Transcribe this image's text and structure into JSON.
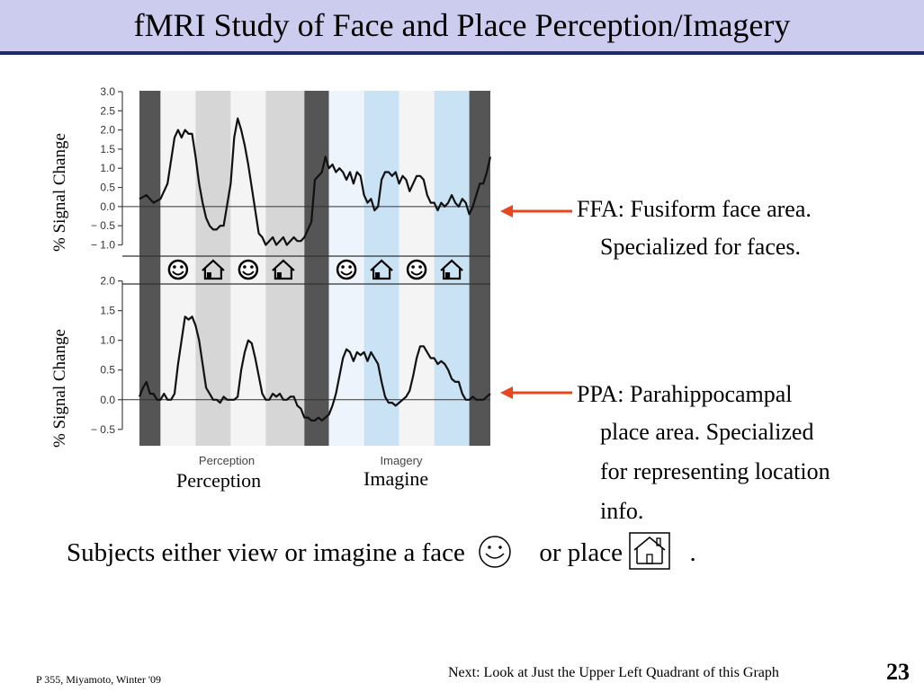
{
  "slide": {
    "title": "fMRI Study of Face and Place Perception/Imagery",
    "ffa_lines": [
      "FFA:  Fusiform face area.",
      "Specialized for faces."
    ],
    "ppa_lines": [
      "PPA:  Parahippocampal",
      "place area.  Specialized",
      "for representing location",
      "info."
    ],
    "subjects_text_1": "Subjects either view or imagine a face",
    "subjects_text_2": "or place",
    "subjects_end": ".",
    "footer_left": "P 355, Miyamoto, Winter '09",
    "footer_next": "Next:  Look at Just the Upper Left Quadrant of this Graph",
    "page_number": "23",
    "label_perception": "Perception",
    "label_imagine": "Imagine",
    "accent_arrow_color": "#e8461e"
  },
  "chart_data": [
    {
      "type": "line",
      "ylabel": "% Signal Change",
      "ylim": [
        -1.2,
        3.0
      ],
      "yticks": [
        3.0,
        2.5,
        2.0,
        1.5,
        1.0,
        0.5,
        0.0,
        -0.5,
        -1.0
      ],
      "ytick_labels": [
        "3.0",
        "2.5",
        "2.0",
        "1.5",
        "1.0",
        "0.5",
        "0.0",
        "− 0.5",
        "− 1.0"
      ],
      "xlim": [
        0,
        100
      ],
      "series": [
        {
          "x": [
            0,
            2,
            4,
            6,
            8,
            10,
            11,
            12,
            13,
            14,
            15,
            16,
            17,
            18,
            19,
            20,
            21,
            22,
            23,
            24,
            26,
            27,
            28,
            29,
            30,
            31,
            32,
            33,
            34,
            35,
            36,
            37,
            38,
            39,
            40,
            41,
            42,
            43,
            44,
            45,
            46,
            47,
            48,
            49,
            50,
            52,
            53,
            54,
            55,
            56,
            57,
            58,
            59,
            60,
            61,
            62,
            63,
            64,
            65,
            66,
            67,
            68,
            69,
            70,
            71,
            72,
            73,
            74,
            75,
            76,
            77,
            78,
            79,
            80,
            81,
            82,
            83,
            84,
            85,
            86,
            87,
            88,
            89,
            90,
            91,
            92,
            93,
            94,
            95,
            96,
            97,
            98,
            99,
            100
          ],
          "y": [
            0.2,
            0.3,
            0.1,
            0.2,
            0.6,
            1.8,
            2.0,
            1.8,
            2.0,
            1.9,
            1.9,
            1.3,
            0.6,
            0.1,
            -0.3,
            -0.5,
            -0.6,
            -0.6,
            -0.5,
            -0.5,
            0.6,
            1.8,
            2.3,
            2.0,
            1.6,
            1.1,
            0.5,
            -0.1,
            -0.7,
            -0.8,
            -1.0,
            -0.9,
            -0.8,
            -1.0,
            -0.9,
            -0.8,
            -1.0,
            -0.9,
            -0.8,
            -0.9,
            -0.9,
            -0.8,
            -0.6,
            -0.4,
            0.7,
            0.9,
            1.3,
            1.0,
            1.1,
            0.9,
            1.0,
            0.9,
            0.7,
            0.9,
            0.6,
            0.9,
            0.8,
            0.3,
            0.1,
            0.2,
            -0.1,
            0.0,
            0.7,
            0.9,
            0.9,
            0.8,
            0.9,
            0.6,
            0.8,
            0.7,
            0.4,
            0.6,
            0.8,
            0.8,
            0.7,
            0.3,
            0.1,
            0.1,
            -0.1,
            0.1,
            0.0,
            0.1,
            0.3,
            0.1,
            0.0,
            0.2,
            0.1,
            -0.2,
            0.0,
            0.3,
            0.6,
            0.6,
            0.9,
            1.3
          ]
        }
      ]
    },
    {
      "type": "line",
      "ylabel": "% Signal Change",
      "ylim": [
        -0.7,
        2.1
      ],
      "yticks": [
        2.0,
        1.5,
        1.0,
        0.5,
        0.0,
        -0.5
      ],
      "ytick_labels": [
        "2.0",
        "1.5",
        "1.0",
        "0.5",
        "0.0",
        "− 0.5"
      ],
      "xlim": [
        0,
        100
      ],
      "series": [
        {
          "x": [
            0,
            1,
            2,
            3,
            4,
            5,
            6,
            7,
            8,
            9,
            10,
            11,
            12,
            13,
            14,
            15,
            16,
            17,
            18,
            19,
            20,
            21,
            22,
            23,
            24,
            25,
            26,
            27,
            28,
            29,
            30,
            31,
            32,
            33,
            34,
            35,
            36,
            37,
            38,
            39,
            40,
            41,
            42,
            43,
            44,
            45,
            46,
            47,
            48,
            49,
            50,
            51,
            52,
            53,
            54,
            55,
            56,
            57,
            58,
            59,
            60,
            61,
            62,
            63,
            64,
            65,
            66,
            67,
            68,
            69,
            70,
            71,
            72,
            73,
            74,
            75,
            76,
            77,
            78,
            79,
            80,
            81,
            82,
            83,
            84,
            85,
            86,
            87,
            88,
            89,
            90,
            91,
            92,
            93,
            94,
            95,
            96,
            97,
            98,
            99,
            100
          ],
          "y": [
            0.05,
            0.2,
            0.3,
            0.1,
            0.1,
            0.0,
            0.0,
            0.1,
            0.0,
            0.0,
            0.1,
            0.6,
            1.0,
            1.4,
            1.35,
            1.4,
            1.25,
            1.0,
            0.6,
            0.2,
            0.1,
            0.0,
            0.0,
            -0.05,
            0.05,
            0.0,
            0.0,
            0.0,
            0.05,
            0.5,
            0.8,
            1.0,
            0.95,
            0.7,
            0.4,
            0.1,
            0.0,
            0.0,
            0.1,
            0.05,
            0.1,
            0.0,
            0.0,
            0.05,
            0.05,
            -0.1,
            -0.15,
            -0.3,
            -0.3,
            -0.35,
            -0.35,
            -0.3,
            -0.35,
            -0.3,
            -0.25,
            -0.1,
            0.1,
            0.4,
            0.7,
            0.85,
            0.8,
            0.65,
            0.8,
            0.75,
            0.8,
            0.65,
            0.8,
            0.7,
            0.6,
            0.3,
            0.05,
            -0.05,
            -0.05,
            -0.1,
            -0.05,
            0.0,
            0.05,
            0.15,
            0.4,
            0.7,
            0.9,
            0.9,
            0.8,
            0.7,
            0.7,
            0.6,
            0.65,
            0.6,
            0.5,
            0.35,
            0.3,
            0.3,
            0.1,
            0.0,
            0.0,
            0.05,
            0.0,
            0.0,
            0.0,
            0.05,
            0.1
          ]
        }
      ]
    }
  ],
  "condition_bands": {
    "x_start": [
      0,
      6,
      16,
      26,
      36,
      47,
      54,
      64,
      74,
      84,
      94
    ],
    "x_end": [
      6,
      16,
      26,
      36,
      47,
      54,
      64,
      74,
      84,
      94,
      100
    ],
    "fills": [
      "#555555",
      "#f4f4f4",
      "#d6d6d6",
      "#f4f4f4",
      "#d6d6d6",
      "#555555",
      "#eef4fb",
      "#c9e2f4",
      "#f4f4f4",
      "#c9e2f4",
      "#555555"
    ]
  },
  "icons": [
    "face-icon",
    "house-icon",
    "face-icon",
    "house-icon",
    "face-icon",
    "house-icon",
    "face-icon",
    "house-icon"
  ],
  "x_axis_labels": [
    "Perception",
    "Imagery"
  ]
}
